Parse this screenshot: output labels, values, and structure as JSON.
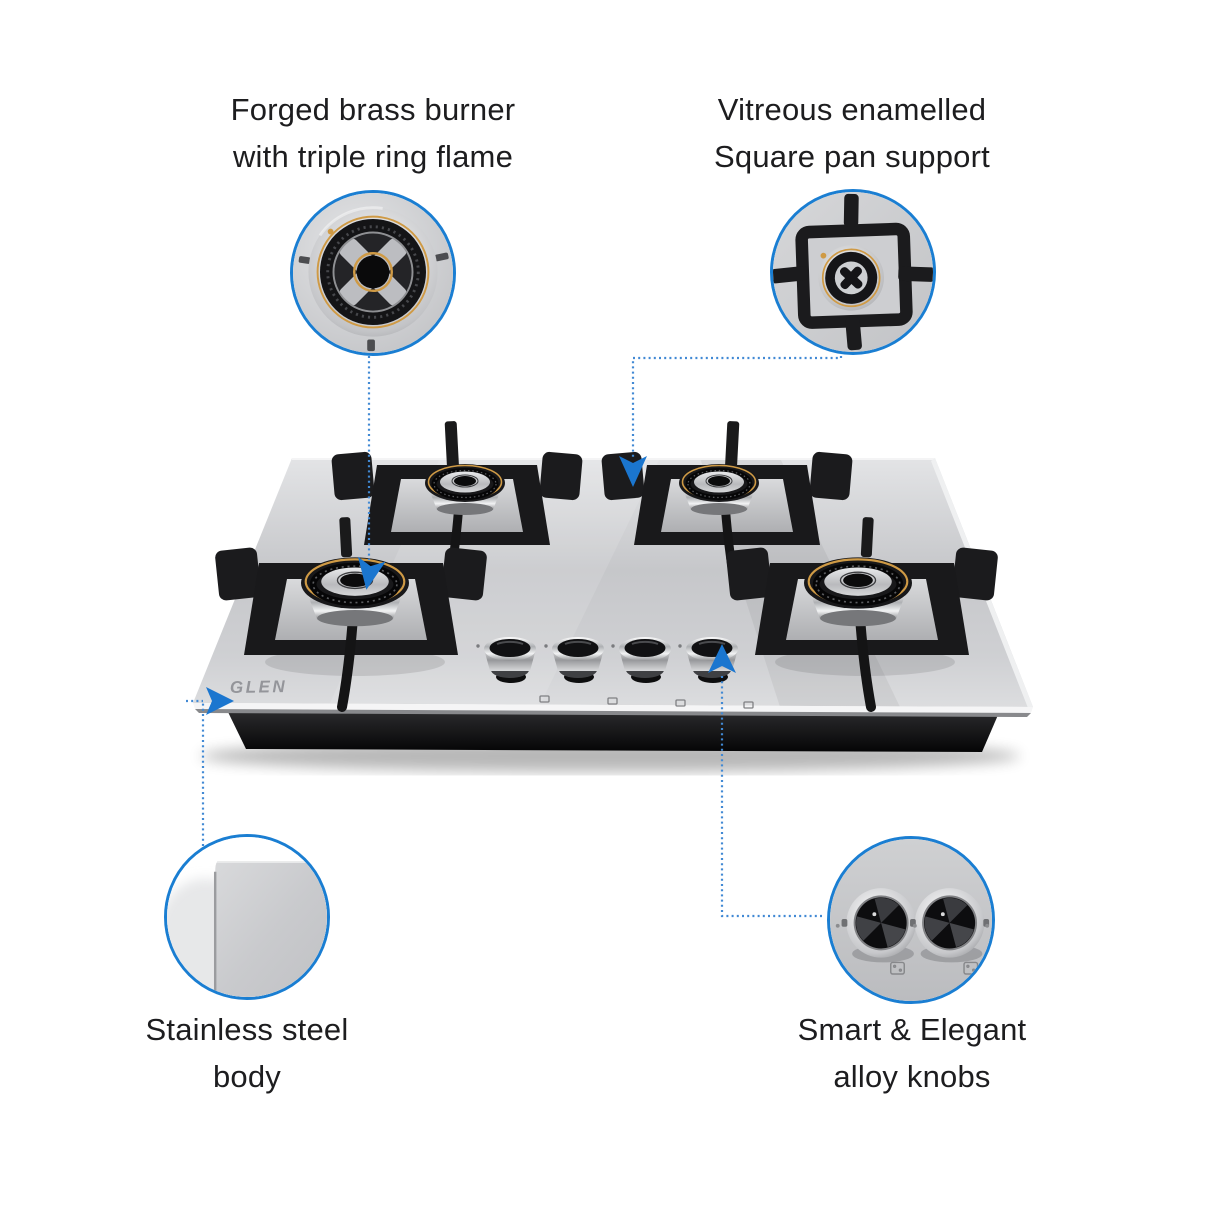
{
  "labels": {
    "burner": {
      "lines": [
        "Forged brass burner",
        "with triple ring flame"
      ]
    },
    "pan_support": {
      "lines": [
        "Vitreous enamelled",
        "Square pan support"
      ]
    },
    "steel_body": {
      "lines": [
        "Stainless steel",
        "body"
      ]
    },
    "knobs": {
      "lines": [
        "Smart & Elegant",
        "alloy knobs"
      ]
    }
  },
  "product": {
    "brand_logo": "GLEN",
    "burner_count": "4",
    "knob_count": "4"
  },
  "style": {
    "background": "#ffffff",
    "text_color": "#1d1d1f",
    "circle_border_blue": "#1a7ed2",
    "connector_dotted_blue": "#4189d4",
    "arrow_blue": "#1b76cf",
    "brass_gold": "#cf9a45",
    "steel_light": "#dfe0e2",
    "steel_dark": "#b9babd"
  }
}
